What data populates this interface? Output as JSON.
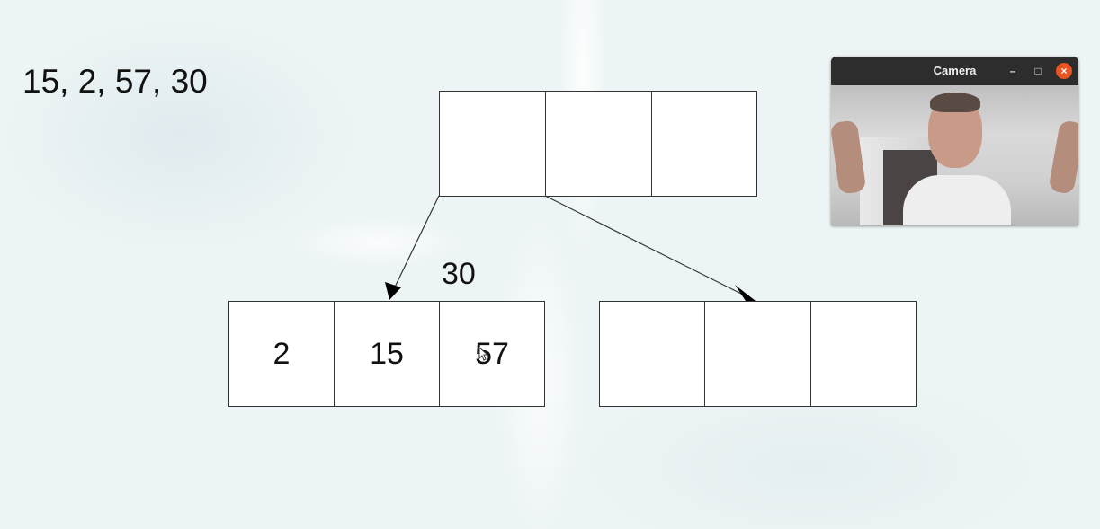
{
  "sequence_text": "15, 2, 57, 30",
  "pending_key": "30",
  "root_node": {
    "keys": [
      "",
      "",
      ""
    ]
  },
  "left_child": {
    "keys": [
      "2",
      "15",
      "57"
    ]
  },
  "right_child": {
    "keys": [
      "",
      "",
      ""
    ]
  },
  "camera_window": {
    "title": "Camera",
    "minimize_label": "–",
    "maximize_label": "□",
    "close_label": "×"
  }
}
